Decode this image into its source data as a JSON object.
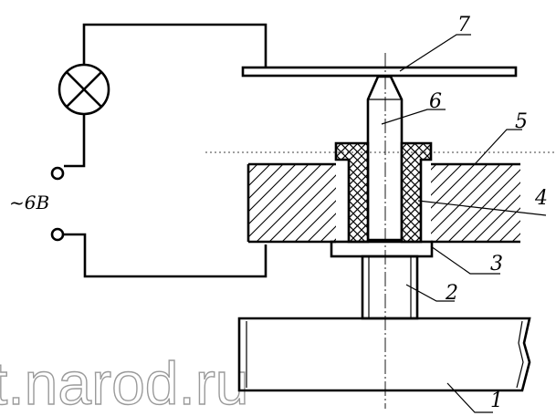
{
  "labels": {
    "part_1": "1",
    "part_2": "2",
    "part_3": "3",
    "part_4": "4",
    "part_5": "5",
    "part_6": "6",
    "part_7": "7"
  },
  "voltage_label": "~6B",
  "watermark": "t.narod.ru"
}
